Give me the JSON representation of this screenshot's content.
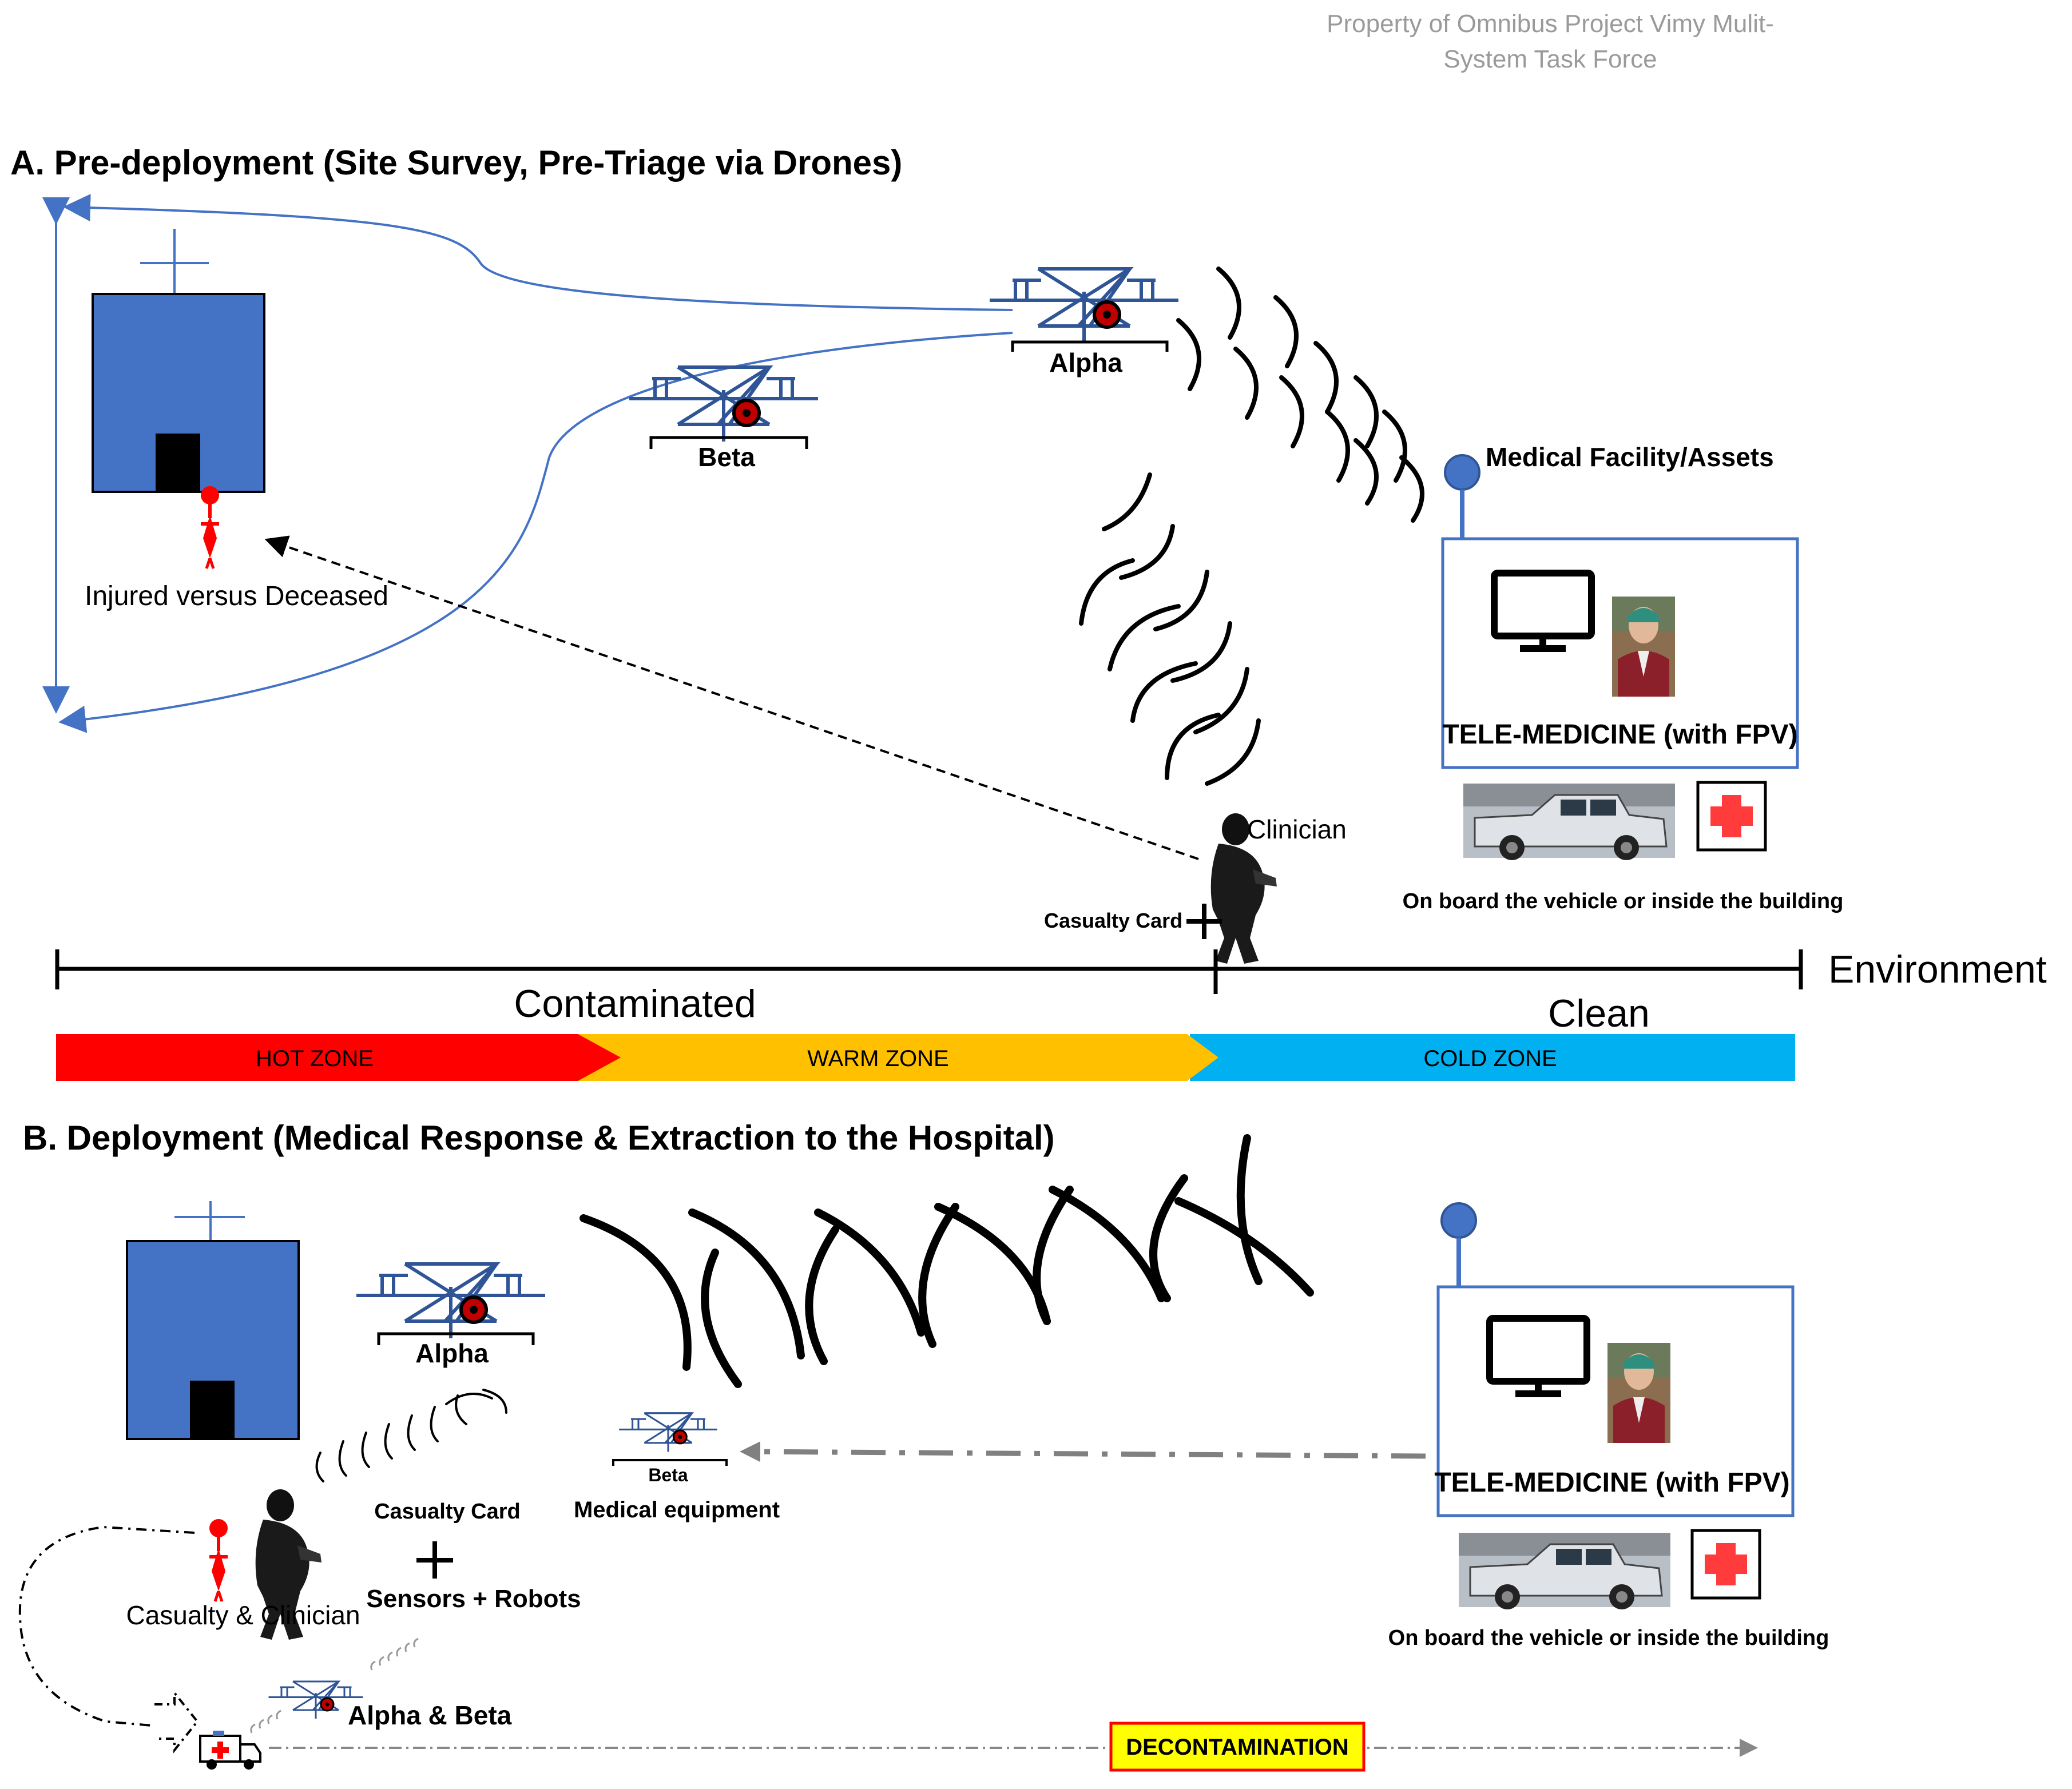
{
  "watermark": {
    "line1": "Property of Omnibus Project Vimy Mulit-",
    "line2": "System Task Force"
  },
  "section_a": {
    "title": "A.  Pre-deployment (Site Survey, Pre-Triage via Drones)",
    "drone_alpha": "Alpha",
    "drone_beta": "Beta",
    "injured_label": "Injured versus Deceased",
    "facility_label": "Medical Facility/Assets",
    "telemedicine_label": "TELE-MEDICINE (with FPV)",
    "onboard_label": "On board the vehicle or inside the building",
    "clinician_label": "Clinician",
    "casualty_card_label": "Casualty Card"
  },
  "environment": {
    "label": "Environment",
    "contaminated": "Contaminated",
    "clean": "Clean",
    "zones": [
      {
        "name": "HOT ZONE",
        "color": "#ff0000"
      },
      {
        "name": "WARM ZONE",
        "color": "#ffc000"
      },
      {
        "name": "COLD ZONE",
        "color": "#00b0f0"
      }
    ]
  },
  "section_b": {
    "title": "B.  Deployment (Medical Response & Extraction to the Hospital)",
    "drone_alpha": "Alpha",
    "drone_beta": "Beta",
    "medical_equipment": "Medical equipment",
    "casualty_card": "Casualty Card",
    "sensors_robots": "Sensors + Robots",
    "casualty_clinician": "Casualty & Clinician",
    "alpha_beta": "Alpha & Beta",
    "decontamination": "DECONTAMINATION",
    "telemedicine_label": "TELE-MEDICINE (with FPV)",
    "onboard_label": "On board the vehicle or inside the building"
  },
  "colors": {
    "building": "#4472c4",
    "arrow_blue": "#4472c4",
    "red": "#ff0000",
    "decon_fill": "#ffff00",
    "antenna": "#4472c4"
  }
}
